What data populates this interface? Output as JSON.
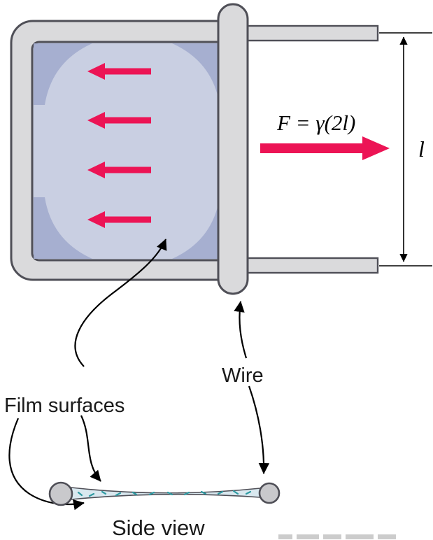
{
  "labels": {
    "force": "F = γ(2l)",
    "length": "l",
    "wire": "Wire",
    "film_surfaces": "Film surfaces",
    "side_view": "Side view"
  },
  "colors": {
    "frame_fill": "#dadadc",
    "frame_stroke": "#4f4f57",
    "film_fill": "#c9cfe2",
    "film_corner": "#a4adcf",
    "arrow_red": "#ec1455",
    "side_film_fill": "#d9e8ef",
    "speckle": "#2e9aa2"
  }
}
